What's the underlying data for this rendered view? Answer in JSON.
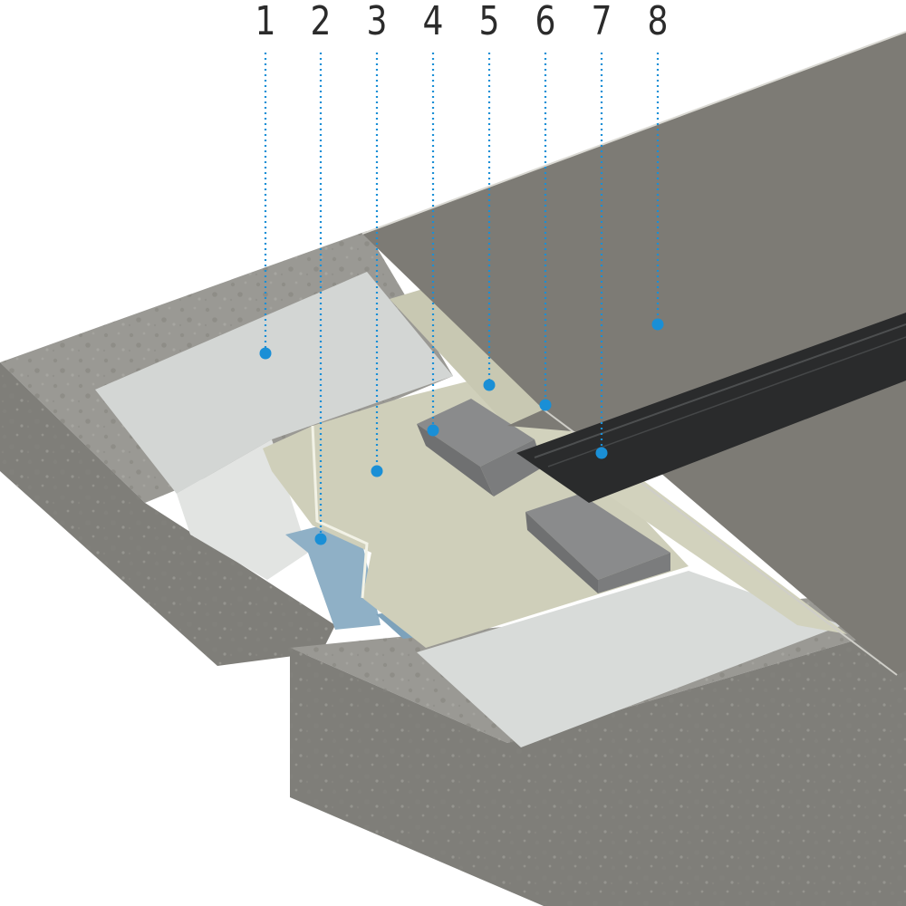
{
  "callouts": [
    {
      "id": "1",
      "label": "1"
    },
    {
      "id": "2",
      "label": "2"
    },
    {
      "id": "3",
      "label": "3"
    },
    {
      "id": "4",
      "label": "4"
    },
    {
      "id": "5",
      "label": "5"
    },
    {
      "id": "6",
      "label": "6"
    },
    {
      "id": "7",
      "label": "7"
    },
    {
      "id": "8",
      "label": "8"
    }
  ],
  "colors": {
    "callout_marker": "#1a8fd6",
    "label_text": "#2b2b2b",
    "concrete_top": "#9a9994",
    "concrete_side": "#7f7e79",
    "screed": "#d3d6d4",
    "sheet_metal": "#cfcfba",
    "membrane": "#8fb0c6",
    "support_block": "#8a8b8c",
    "rubber_profile": "#2a2b2c",
    "floor_cover": "#7d7b75"
  }
}
